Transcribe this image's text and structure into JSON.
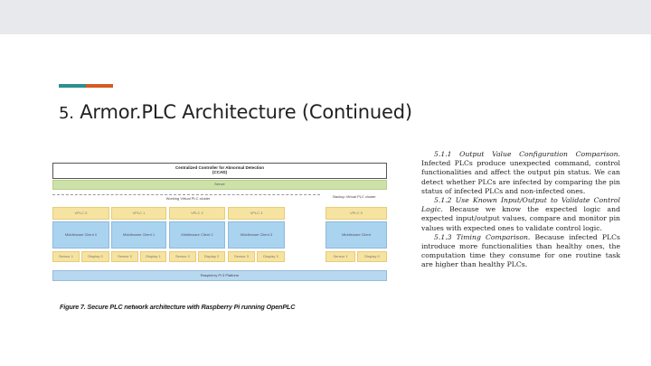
{
  "slide": {
    "title_number": "5.",
    "title_text": "Armor.PLC Architecture (Continued)",
    "accent_colors": [
      "#2b8f8f",
      "#d35b22"
    ]
  },
  "figure": {
    "ccad_line1": "Centralized Controller for Abnormal Detection",
    "ccad_line2": "(CCAD)",
    "server_label": "Server",
    "working_cluster_label": "Working Virtual PLC cluster",
    "backup_cluster_label": "Backup Virtual PLC cluster",
    "vplc_labels": [
      "VPLC 0",
      "VPLC 1",
      "VPLC 2",
      "VPLC 3",
      "VPLC 0"
    ],
    "middleware_labels": [
      "Middleware Client 0",
      "Middleware Client 1",
      "Middleware Client 2",
      "Middleware Client 3",
      "Middleware Client"
    ],
    "io_labels": [
      "Sensor 1",
      "Display 0",
      "Sensor 2",
      "Display 1",
      "Sensor 2",
      "Display 2",
      "Sensor 3",
      "Display 3",
      "Sensor 1",
      "Display 0"
    ],
    "platform_label": "Raspberry Pi 3 Platform",
    "caption": "Figure 7. Secure PLC network architecture with Raspberry Pi running OpenPLC"
  },
  "body": {
    "p1_heading": "5.1.1 Output Value Configuration Comparison.",
    "p1_text": " Infected PLCs produce unexpected command, control functionalities and affect the output pin status. We can detect whether PLCs are infected by comparing the pin status of infected PLCs and non-infected ones.",
    "p2_heading": "5.1.2 Use Known Input/Output to Validate Control Logic.",
    "p2_text": " Because we know the expected logic and expected input/output values, compare and monitor pin values with expected ones to validate control logic.",
    "p3_heading": "5.1.3 Timing Comparison.",
    "p3_text": " Because infected PLCs introduce more functionalities than healthy ones, the computation time they consume for one routine task are higher than healthy PLCs."
  }
}
